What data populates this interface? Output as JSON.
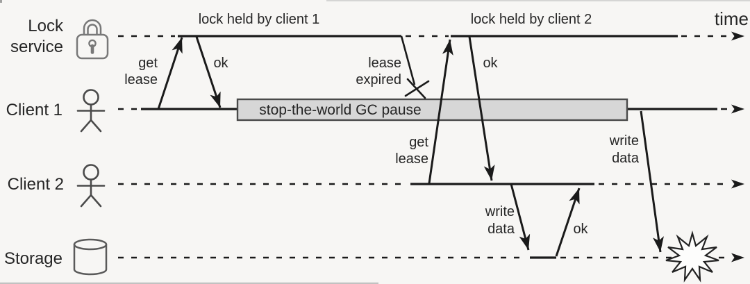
{
  "background_color": "#f7f6f4",
  "line_color": "#1a1a1a",
  "icon_color": "#5a5a5a",
  "text_color": "#262626",
  "time_axis_label": "time",
  "rows": [
    {
      "name": "Lock service",
      "label_line1": "Lock",
      "label_line2": "service",
      "icon": "padlock-icon"
    },
    {
      "name": "Client 1",
      "label": "Client 1",
      "icon": "person-icon"
    },
    {
      "name": "Client 2",
      "label": "Client 2",
      "icon": "person-icon"
    },
    {
      "name": "Storage",
      "label": "Storage",
      "icon": "database-cylinder-icon"
    }
  ],
  "span_labels": {
    "lock_held_by_client_1": "lock held by client 1",
    "lock_held_by_client_2": "lock held by client 2"
  },
  "gc_box": {
    "label": "stop-the-world GC pause",
    "fill": "#d7d7d7",
    "border": "#4a4a4a"
  },
  "message_labels": {
    "get_lease_1_line1": "get",
    "get_lease_1_line2": "lease",
    "ok_1": "ok",
    "lease_expired_line1": "lease",
    "lease_expired_line2": "expired",
    "get_lease_2_line1": "get",
    "get_lease_2_line2": "lease",
    "ok_2": "ok",
    "write_data_1_line1": "write",
    "write_data_1_line2": "data",
    "ok_3": "ok",
    "write_data_2_line1": "write",
    "write_data_2_line2": "data"
  }
}
